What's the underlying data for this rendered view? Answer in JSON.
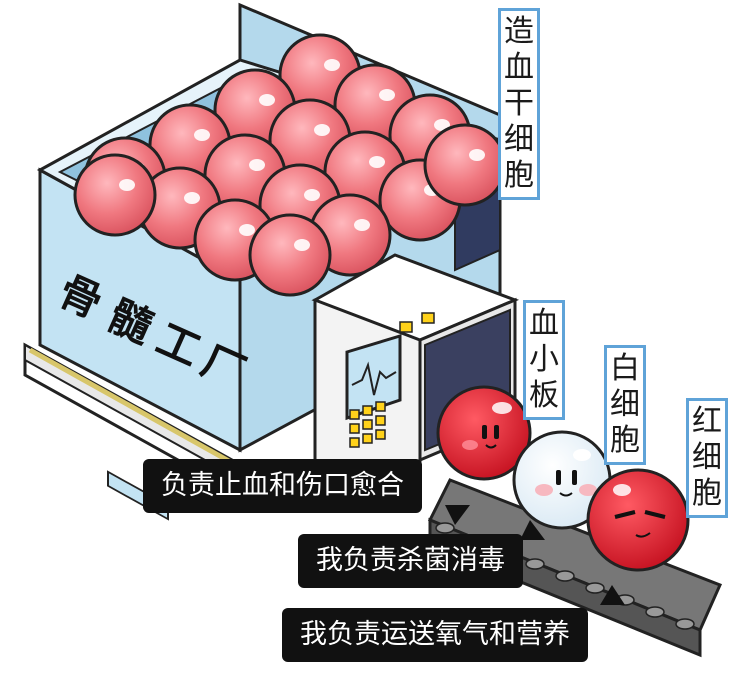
{
  "factory": {
    "sign": "骨髓工厂",
    "sign_chars": [
      "骨",
      "髓",
      "工",
      "厂"
    ],
    "contents_label": "造血干细胞"
  },
  "cells": [
    {
      "name": "血小板",
      "role": "负责止血和伤口愈合",
      "color": "#f3f8fb"
    },
    {
      "name": "白细胞",
      "role": "我负责杀菌消毒",
      "color": "#f3f8fb"
    },
    {
      "name": "红细胞",
      "role": "我负责运送氧气和营养",
      "color": "#e0293a"
    }
  ],
  "colors": {
    "factory_body": "#c3e3f3",
    "stem_cell": "#f08a93",
    "label_border": "#5fa3d8",
    "bubble": "#111111"
  }
}
